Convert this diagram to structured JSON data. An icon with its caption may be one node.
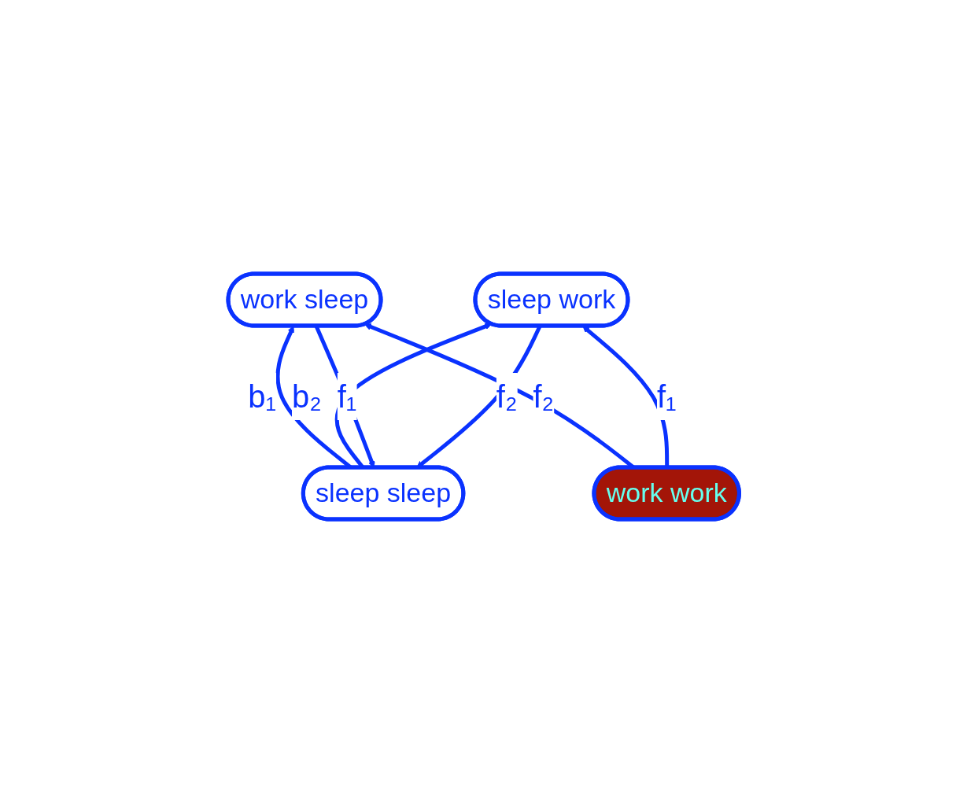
{
  "diagram": {
    "nodes": [
      {
        "text": [
          "sleep sleep"
        ]
      },
      {
        "text": [
          "work sleep"
        ]
      },
      {
        "text": [
          "sleep work"
        ]
      },
      {
        "text": [
          "work work"
        ]
      }
    ],
    "edges": [
      {
        "from": 1,
        "to": 0,
        "arrow": "to",
        "label": "f₁"
      },
      {
        "from": 0,
        "to": 1,
        "arrow": "to",
        "label": "b₁"
      },
      {
        "from": 0,
        "to": 2,
        "arrow": "to",
        "label": "b₂"
      },
      {
        "from": 2,
        "to": 0,
        "arrow": "to",
        "label": "f₂"
      },
      {
        "from": 3,
        "to": 1,
        "arrow": "to",
        "label": "f₂"
      },
      {
        "from": 3,
        "to": 2,
        "arrow": "to",
        "label": "f₁"
      }
    ]
  }
}
